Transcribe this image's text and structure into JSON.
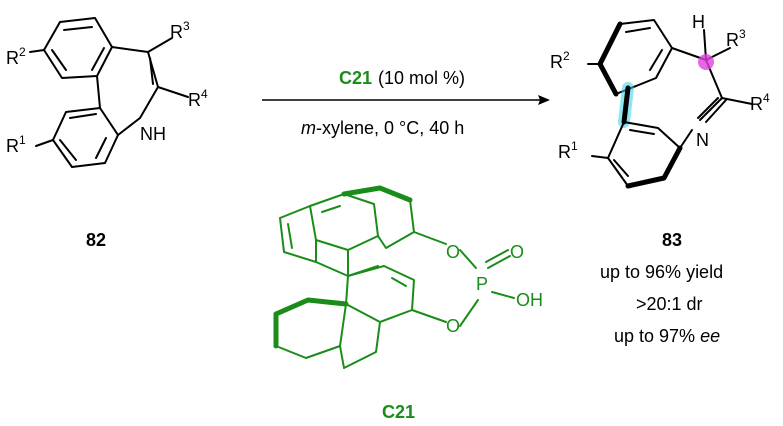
{
  "reactant": {
    "compound_number": "82",
    "r1": "R",
    "r1_sup": "1",
    "r2": "R",
    "r2_sup": "2",
    "r3": "R",
    "r3_sup": "3",
    "r4": "R",
    "r4_sup": "4",
    "nh": "NH"
  },
  "conditions": {
    "catalyst": "C21",
    "loading": "(10 mol %)",
    "solvent_prefix": "m",
    "solvent_rest": "-xylene, 0 °C, 40 h"
  },
  "catalyst_structure": {
    "name": "C21",
    "o_top": "O",
    "o_bottom": "O",
    "o_double": "O",
    "p": "P",
    "oh": "OH"
  },
  "product": {
    "compound_number": "83",
    "h": "H",
    "n": "N",
    "r1": "R",
    "r1_sup": "1",
    "r2": "R",
    "r2_sup": "2",
    "r3": "R",
    "r3_sup": "3",
    "r4": "R",
    "r4_sup": "4",
    "yield_text": "up to 96% yield",
    "dr_text": ">20:1 dr",
    "ee_prefix": "up to 97% ",
    "ee_suffix": "ee"
  },
  "colors": {
    "catalyst_green": "#1a8c1a",
    "stereocenter_magenta": "#e040e0",
    "axis_cyan": "#38d0e8"
  }
}
